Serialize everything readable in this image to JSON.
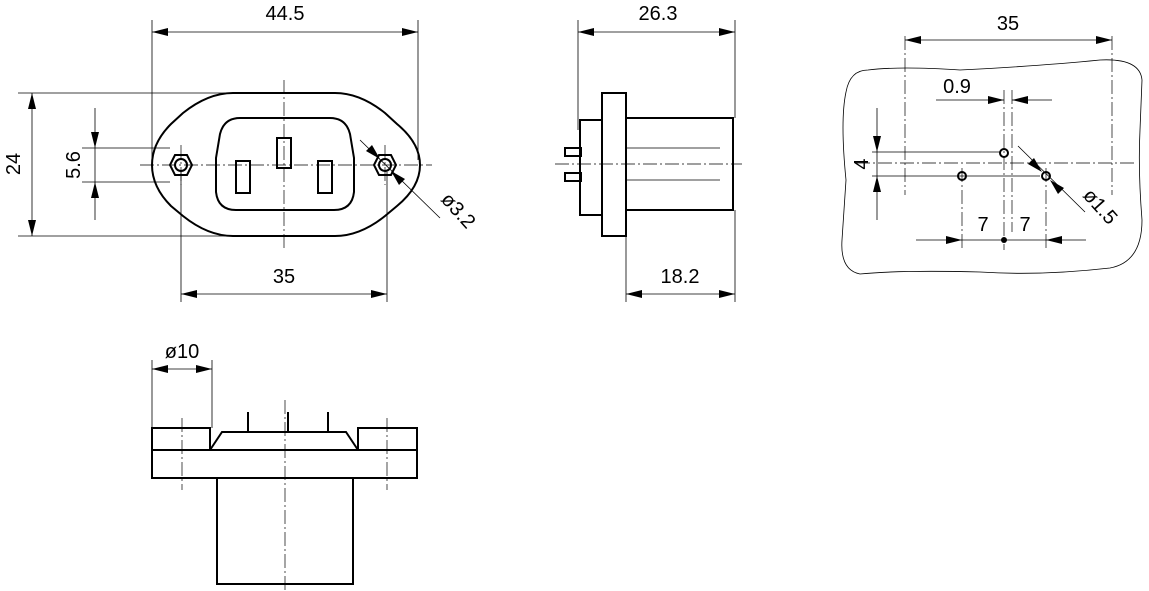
{
  "front_view": {
    "overall_width": "44.5",
    "height": "24",
    "hole_offset": "5.6",
    "hole_diameter": "ø3.2",
    "hole_spacing": "35"
  },
  "side_view": {
    "overall_depth": "26.3",
    "body_depth": "18.2"
  },
  "bottom_view": {
    "boss_diameter": "ø10"
  },
  "pcb_layout": {
    "pitch_horizontal": "35",
    "offset": "0.9",
    "vertical_offset": "4",
    "pin_spacing_left": "7",
    "pin_spacing_right": "7",
    "pin_hole_diameter": "ø1.5"
  }
}
